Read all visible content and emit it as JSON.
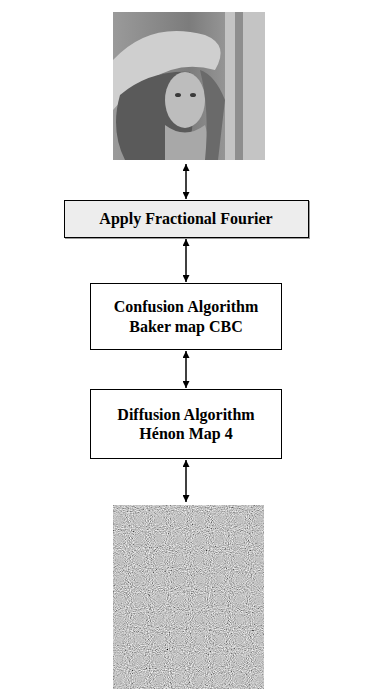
{
  "diagram": {
    "nodes": [
      {
        "text": [
          "Apply Fractional Fourier"
        ]
      },
      {
        "text": [
          "Confusion Algorithm Baker map CBC"
        ]
      },
      {
        "text": [
          "Diffusion Algorithm Hénon Map 4"
        ]
      }
    ],
    "edges": [
      {
        "from": 0,
        "to": 1,
        "arrow": "both"
      },
      {
        "from": 1,
        "to": 2,
        "arrow": "both"
      }
    ]
  }
}
